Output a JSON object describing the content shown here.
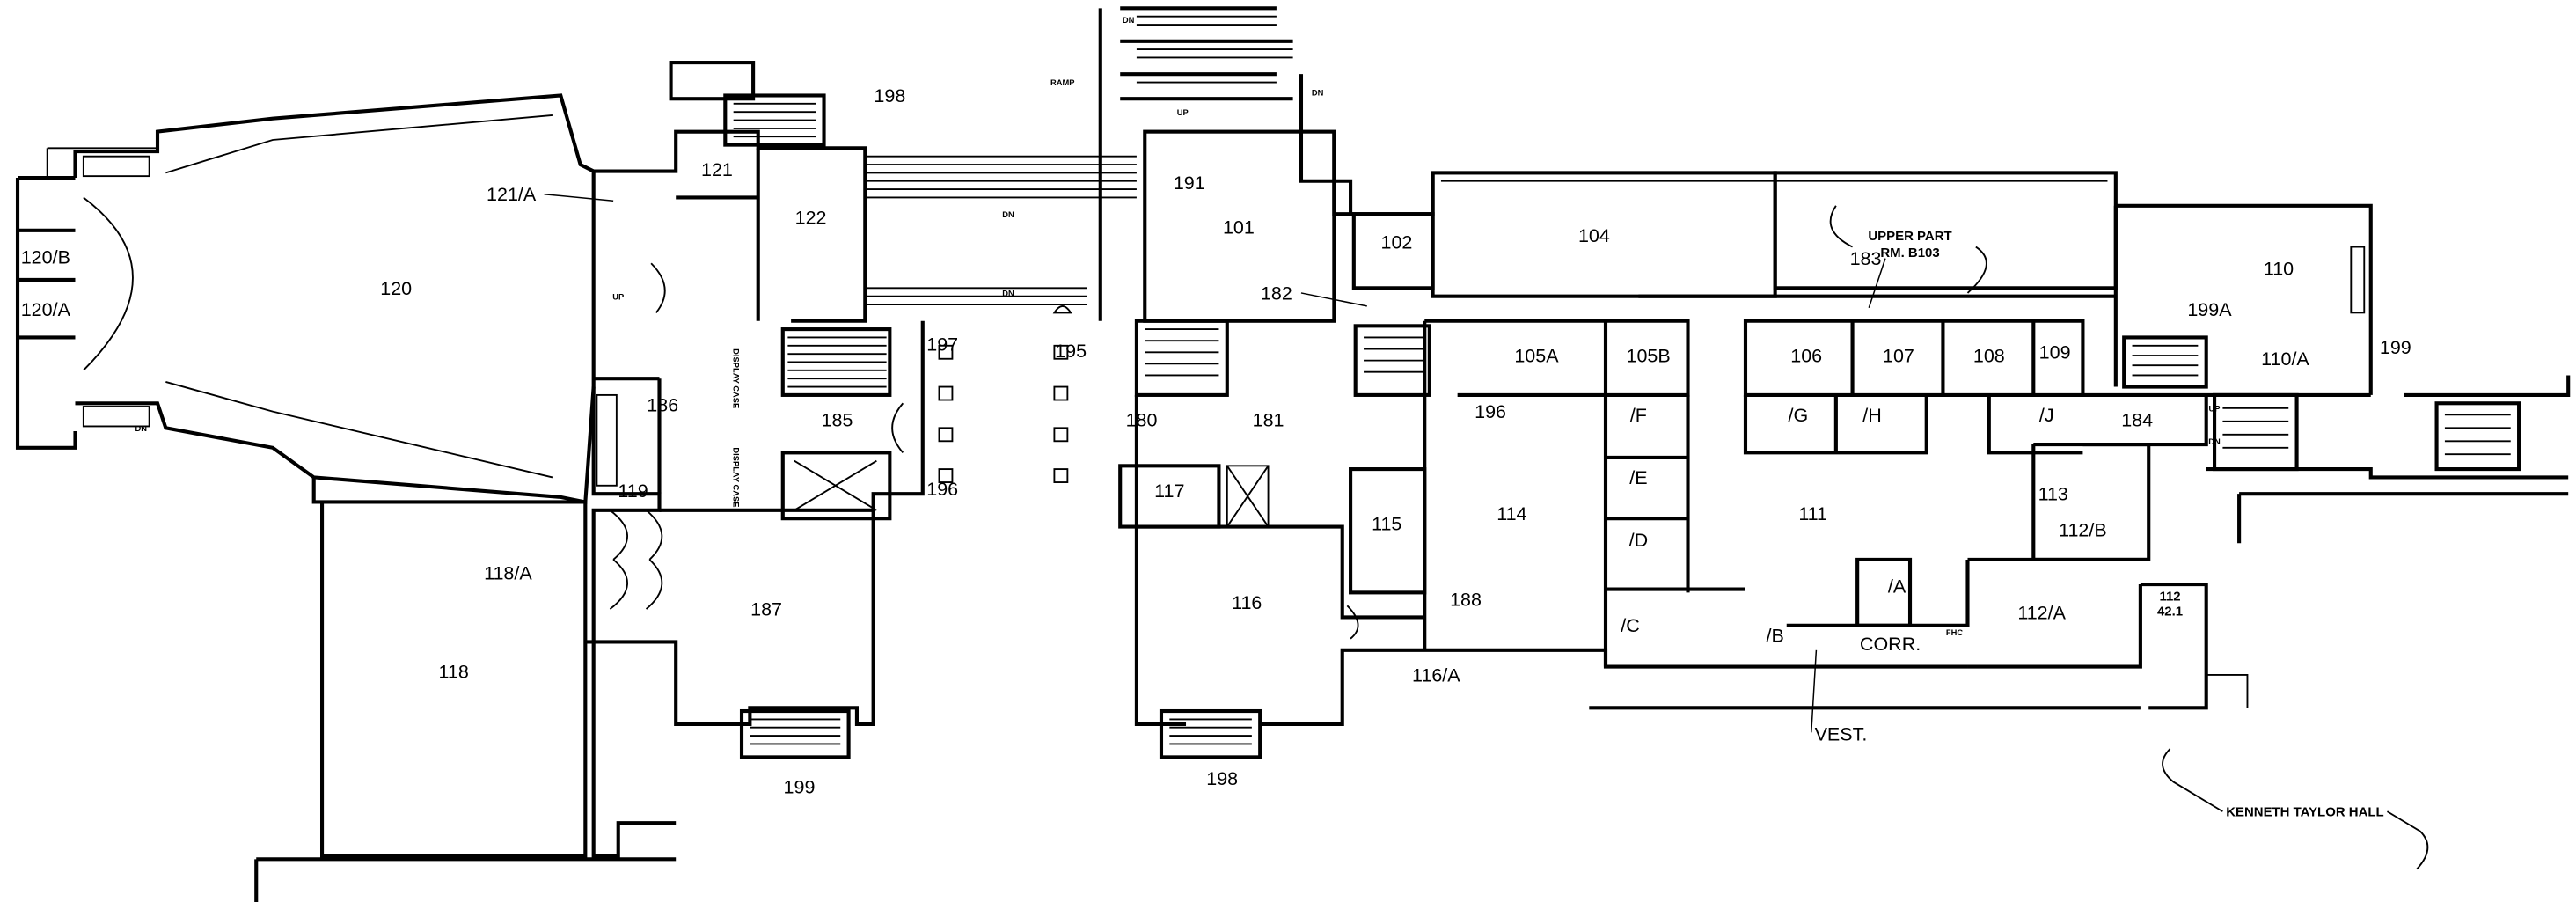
{
  "plan": {
    "building_label": "KENNETH TAYLOR HALL",
    "note": [
      "UPPER PART",
      "RM. B103"
    ],
    "rooms": {
      "r121A": "121/A",
      "r120": "120",
      "r120B": "120/B",
      "r120A": "120/A",
      "r121": "121",
      "r122": "122",
      "r198a": "198",
      "r186": "186",
      "r185": "185",
      "r197": "197",
      "r196a": "196",
      "r119": "119",
      "r118A": "118/A",
      "r187": "187",
      "r118": "118",
      "r199a": "199",
      "r191": "191",
      "r101": "101",
      "r102": "102",
      "r104": "104",
      "r182": "182",
      "r195": "195",
      "r180": "180",
      "r181": "181",
      "r196b": "196",
      "r105A": "105A",
      "r105B": "105B",
      "r106": "106",
      "r107": "107",
      "r108": "108",
      "r109": "109",
      "r183": "183",
      "r110": "110",
      "r199A": "199A",
      "r110A": "110/A",
      "r199b": "199",
      "r184": "184",
      "rF": "/F",
      "rG": "/G",
      "rH": "/H",
      "rJ": "/J",
      "rE": "/E",
      "rD": "/D",
      "rC": "/C",
      "rB": "/B",
      "r114": "114",
      "r115": "115",
      "r117": "117",
      "r116": "116",
      "r188": "188",
      "r116A": "116/A",
      "r198b": "198",
      "r111": "111",
      "r113": "113",
      "r112B": "112/B",
      "rA": "/A",
      "r112A": "112/A",
      "r112": "112",
      "r421": "42.1",
      "corr": "CORR.",
      "vest": "VEST."
    },
    "marks": {
      "up": "UP",
      "dn": "DN",
      "ramp": "RAMP",
      "display": "DISPLAY CASE",
      "fhc": "FHC"
    }
  }
}
